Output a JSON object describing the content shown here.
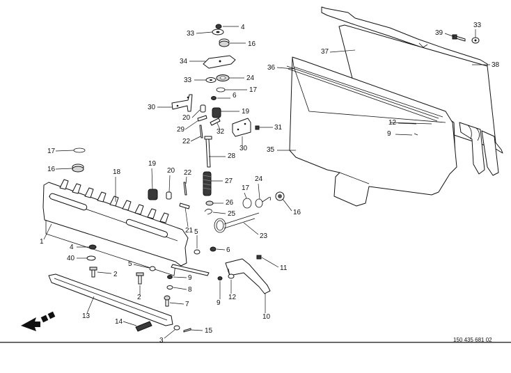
{
  "document_id": "150 435 681 02",
  "callouts": [
    {
      "n": "1"
    },
    {
      "n": "2"
    },
    {
      "n": "2"
    },
    {
      "n": "3"
    },
    {
      "n": "4"
    },
    {
      "n": "4"
    },
    {
      "n": "5"
    },
    {
      "n": "5"
    },
    {
      "n": "6"
    },
    {
      "n": "6"
    },
    {
      "n": "7"
    },
    {
      "n": "8"
    },
    {
      "n": "9"
    },
    {
      "n": "9"
    },
    {
      "n": "9"
    },
    {
      "n": "10"
    },
    {
      "n": "11"
    },
    {
      "n": "12"
    },
    {
      "n": "12"
    },
    {
      "n": "13"
    },
    {
      "n": "14"
    },
    {
      "n": "15"
    },
    {
      "n": "16"
    },
    {
      "n": "16"
    },
    {
      "n": "16"
    },
    {
      "n": "17"
    },
    {
      "n": "17"
    },
    {
      "n": "17"
    },
    {
      "n": "18"
    },
    {
      "n": "19"
    },
    {
      "n": "19"
    },
    {
      "n": "20"
    },
    {
      "n": "20"
    },
    {
      "n": "21"
    },
    {
      "n": "22"
    },
    {
      "n": "22"
    },
    {
      "n": "23"
    },
    {
      "n": "24"
    },
    {
      "n": "24"
    },
    {
      "n": "25"
    },
    {
      "n": "26"
    },
    {
      "n": "27"
    },
    {
      "n": "28"
    },
    {
      "n": "29"
    },
    {
      "n": "30"
    },
    {
      "n": "30"
    },
    {
      "n": "31"
    },
    {
      "n": "32"
    },
    {
      "n": "33"
    },
    {
      "n": "33"
    },
    {
      "n": "33"
    },
    {
      "n": "34"
    },
    {
      "n": "35"
    },
    {
      "n": "36"
    },
    {
      "n": "37"
    },
    {
      "n": "38"
    },
    {
      "n": "39"
    },
    {
      "n": "40"
    }
  ]
}
